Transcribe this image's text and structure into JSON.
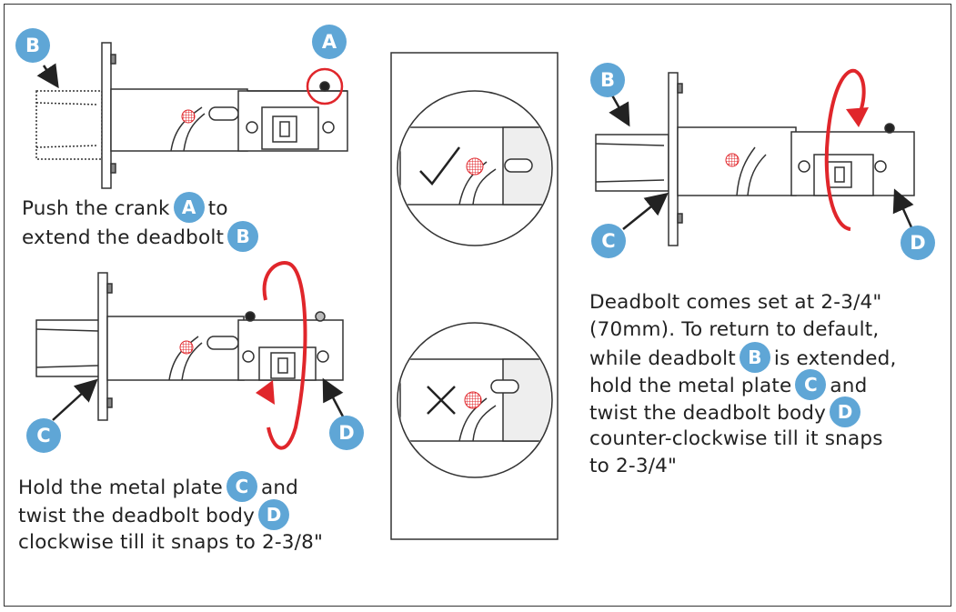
{
  "colors": {
    "badge": "#5fa6d6",
    "arrow_red": "#e0262b",
    "line": "#333333"
  },
  "labels": {
    "A": "A",
    "B": "B",
    "C": "C",
    "D": "D"
  },
  "step1": {
    "line1_pre": "Push the crank",
    "line1_post": "to",
    "line2_pre": "extend the deadbolt"
  },
  "step2": {
    "line1_pre": "Hold the metal plate",
    "line1_post": "and",
    "line2_pre": "twist the deadbolt body",
    "line3": "clockwise till it snaps to 2-3/8\""
  },
  "step3": {
    "line1": "Deadbolt comes set at 2-3/4\"",
    "line2": "(70mm). To return to default,",
    "line3_pre": "while deadbolt",
    "line3_post": "is extended,",
    "line4_pre": "hold the metal plate",
    "line4_post": "and",
    "line5_pre": "twist the deadbolt body",
    "line6": "counter-clockwise till it snaps",
    "line7": "to 2-3/4\""
  },
  "icons": {
    "correct": "check-icon",
    "incorrect": "cross-icon"
  }
}
